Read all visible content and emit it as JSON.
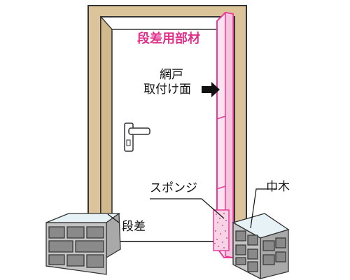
{
  "labels": {
    "step_material": "段差用部材",
    "screen_face_line1": "網戸",
    "screen_face_line2": "取付け面",
    "sponge": "スポンジ",
    "baseboard": "巾木",
    "step": "段差"
  },
  "colors": {
    "frame_fill": "#dcc49a",
    "frame_stroke": "#333333",
    "door_fill": "#ffffff",
    "pink_stroke": "#e83c98",
    "pink_fill": "#fbe3f0",
    "block_dark": "#8a8a8a",
    "block_light": "#c4c4c4",
    "block_top": "#e6f2f6",
    "sponge_dot": "#c85a96"
  },
  "icons": {
    "arrow": "right-arrow-icon",
    "handle": "door-handle-icon"
  }
}
